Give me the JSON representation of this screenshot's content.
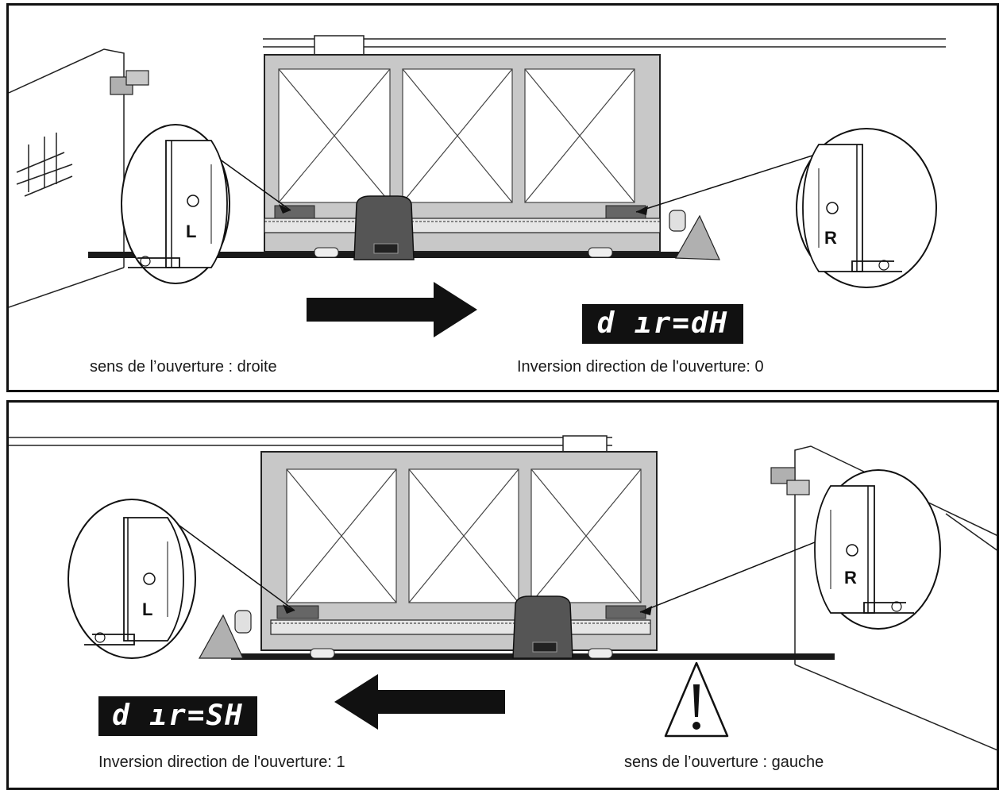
{
  "panels": [
    {
      "display_code": "d ır=dH",
      "direction_label": "sens de l’ouverture : droite",
      "inversion_label": "Inversion direction de l'ouverture: 0",
      "left_motor_letter": "L",
      "right_motor_letter": "R",
      "arrow_direction": "right"
    },
    {
      "display_code": "d ır=SH",
      "direction_label": "sens de l’ouverture : gauche",
      "inversion_label": "Inversion direction de l'ouverture: 1",
      "left_motor_letter": "L",
      "right_motor_letter": "R",
      "arrow_direction": "left"
    }
  ],
  "colors": {
    "gate_fill": "#c8c8c8",
    "motor_fill": "#555555",
    "ground": "#1a1a1a",
    "display_bg": "#111111",
    "display_text": "#ffffff"
  }
}
